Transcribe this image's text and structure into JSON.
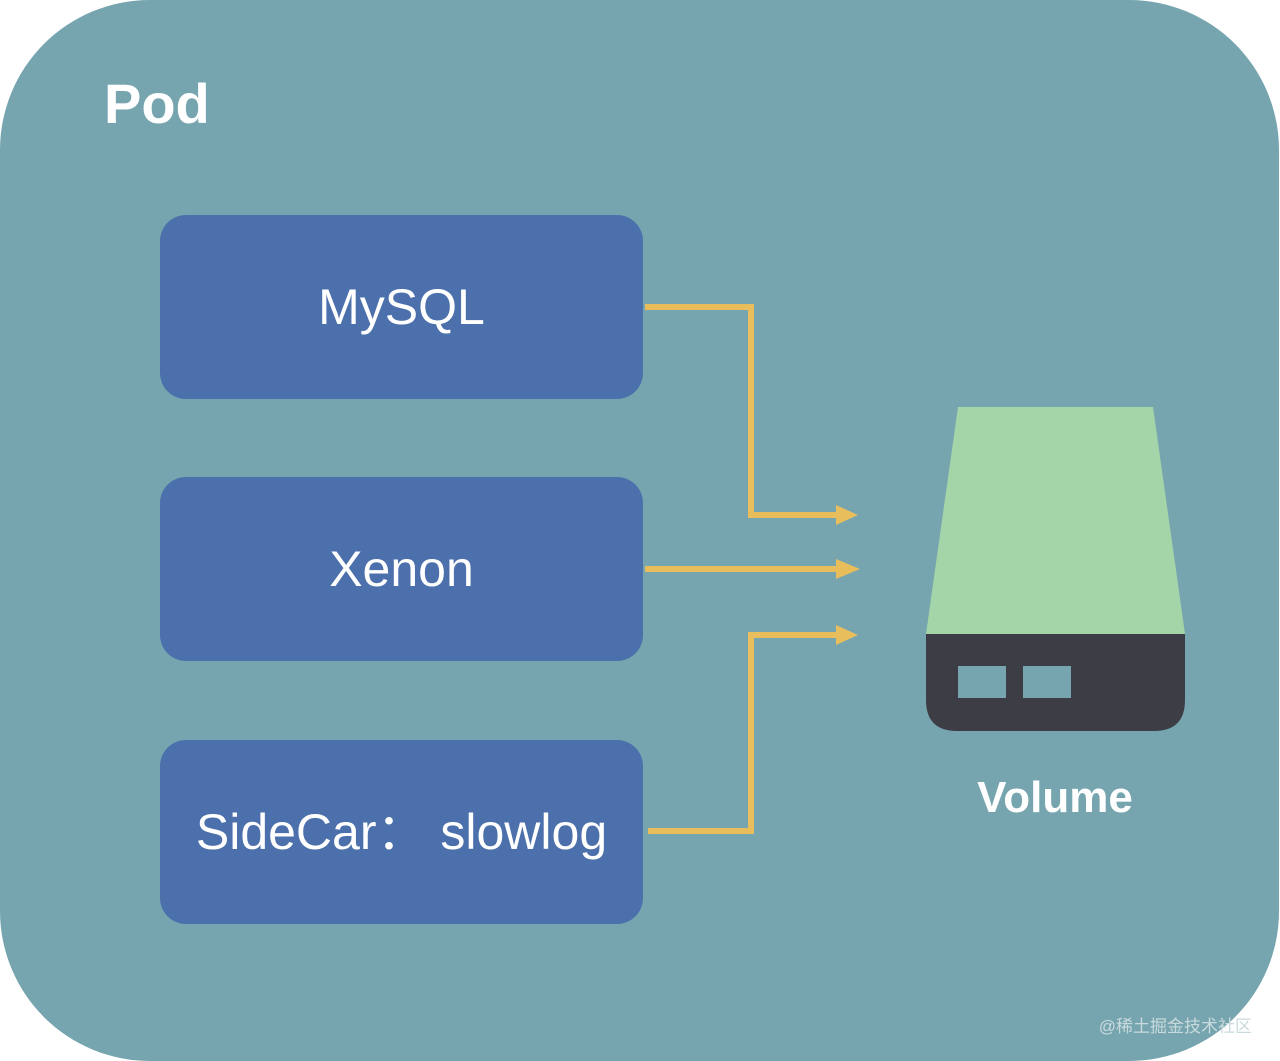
{
  "pod": {
    "title": "Pod"
  },
  "containers": [
    {
      "label": "MySQL"
    },
    {
      "label": "Xenon"
    },
    {
      "label": "SideCar： slowlog"
    }
  ],
  "volume": {
    "label": "Volume"
  },
  "watermark": "@稀土掘金技术社区",
  "colors": {
    "pod_background": "#76a5af",
    "container_fill": "#4c70ab",
    "arrow": "#e8bd5c",
    "volume_top": "#a4d5a8",
    "volume_base": "#3d3d45",
    "text": "#ffffff"
  }
}
